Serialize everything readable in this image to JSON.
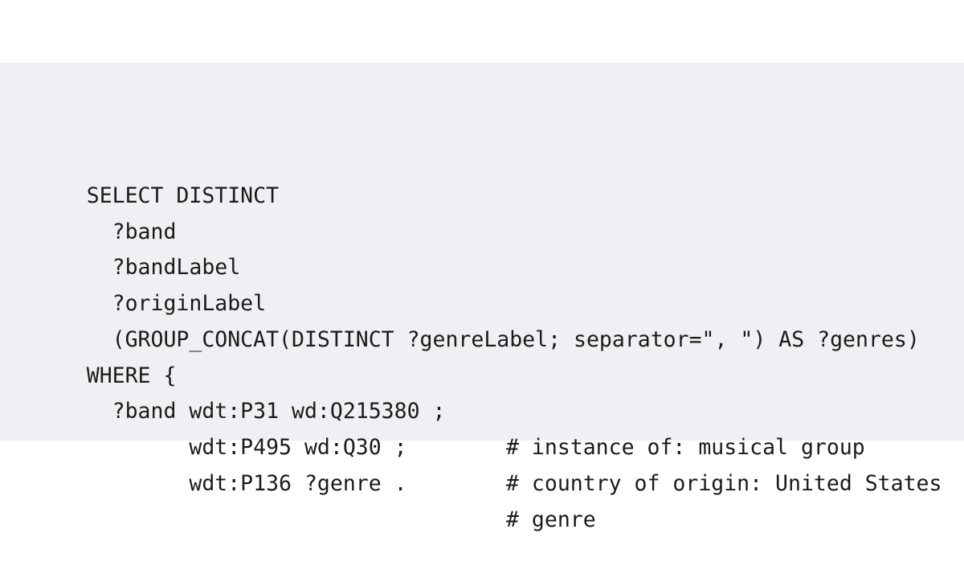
{
  "code": {
    "lines": [
      {
        "code": "SELECT DISTINCT",
        "comment": ""
      },
      {
        "code": "  ?band",
        "comment": ""
      },
      {
        "code": "  ?bandLabel",
        "comment": ""
      },
      {
        "code": "  ?originLabel",
        "comment": ""
      },
      {
        "code": "  (GROUP_CONCAT(DISTINCT ?genreLabel; separator=\", \") AS ?genres)",
        "comment": ""
      },
      {
        "code": "WHERE {",
        "comment": ""
      },
      {
        "code": "  ?band wdt:P31 wd:Q215380 ;",
        "comment": "# instance of: musical group"
      },
      {
        "code": "        wdt:P495 wd:Q30 ;",
        "comment": "# country of origin: United States"
      },
      {
        "code": "        wdt:P136 ?genre .",
        "comment": "# genre"
      }
    ]
  }
}
